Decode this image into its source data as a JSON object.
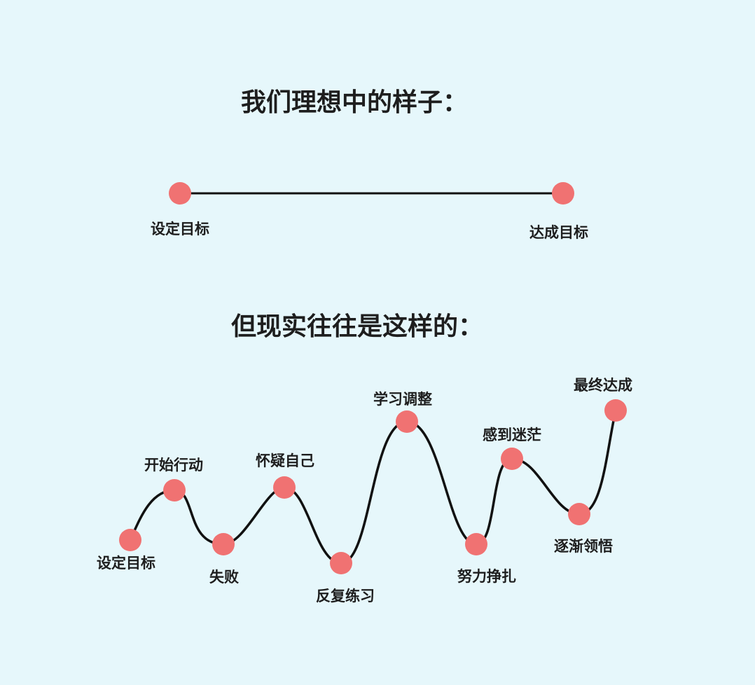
{
  "ideal": {
    "title": "我们理想中的样子：",
    "start_label": "设定目标",
    "end_label": "达成目标"
  },
  "reality": {
    "title": "但现实往往是这样的：",
    "stages": [
      "设定目标",
      "开始行动",
      "失败",
      "怀疑自己",
      "反复练习",
      "学习调整",
      "努力挣扎",
      "感到迷茫",
      "逐渐领悟",
      "最终达成"
    ]
  },
  "colors": {
    "background": "#e6f7fb",
    "dot": "#f07272",
    "line": "#111111",
    "text": "#1e1e1e"
  }
}
